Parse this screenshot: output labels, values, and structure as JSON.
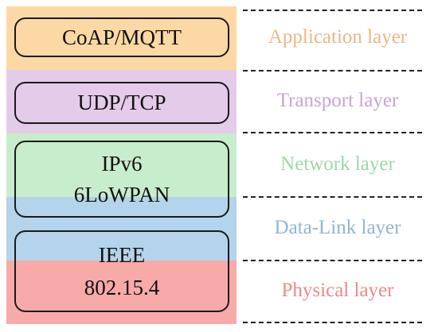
{
  "layers": [
    {
      "protocol_lines": [
        "CoAP/MQTT"
      ],
      "label": "Application layer",
      "color": "#fcd9a4",
      "label_color": "#e9b885"
    },
    {
      "protocol_lines": [
        "UDP/TCP"
      ],
      "label": "Transport layer",
      "color": "#e5cbea",
      "label_color": "#c7a5d0"
    },
    {
      "protocol_lines": [
        "IPv6",
        "6LoWPAN"
      ],
      "label": "Network layer",
      "color": "#c8edcc",
      "label_color": "#9fd6a8"
    },
    {
      "protocol_lines": [
        "IEEE",
        "802.15.4"
      ],
      "label": "Data-Link layer",
      "color": "#b3d4ea",
      "label_color": "#92b6d0"
    },
    {
      "label": "Physical layer",
      "color": "#f8aaa8",
      "label_color": "#ea8a8a"
    }
  ],
  "colors": {
    "box_border": "#1a1a1a",
    "text": "#111111",
    "divider": "#222222"
  }
}
